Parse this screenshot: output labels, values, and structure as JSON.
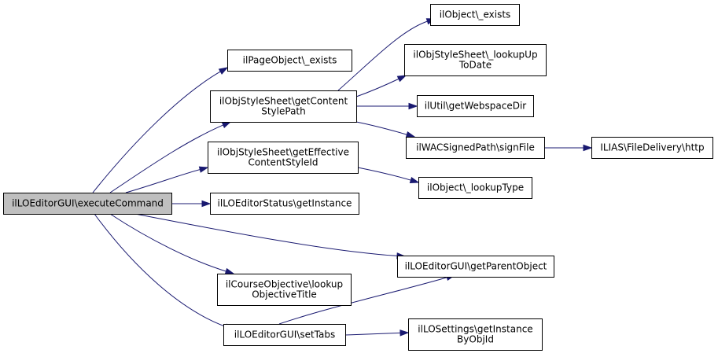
{
  "diagram": {
    "type": "call-graph",
    "edge_color": "#191970",
    "root_fill": "#bfbfbf",
    "node_fill": "#ffffff",
    "nodes": {
      "root": {
        "lines": [
          "ilLOEditorGUI\\executeCommand"
        ]
      },
      "pageobj_exists": {
        "lines": [
          "ilPageObject\\_exists"
        ]
      },
      "getcontentstylepath": {
        "lines": [
          "ilObjStyleSheet\\getContent",
          "StylePath"
        ]
      },
      "geteffective": {
        "lines": [
          "ilObjStyleSheet\\getEffective",
          "ContentStyleId"
        ]
      },
      "lostatus": {
        "lines": [
          "ilLOEditorStatus\\getInstance"
        ]
      },
      "courseobjective": {
        "lines": [
          "ilCourseObjective\\lookup",
          "ObjectiveTitle"
        ]
      },
      "settabs": {
        "lines": [
          "ilLOEditorGUI\\setTabs"
        ]
      },
      "object_exists": {
        "lines": [
          "ilObject\\_exists"
        ]
      },
      "lookupuptodate": {
        "lines": [
          "ilObjStyleSheet\\_lookupUp",
          "ToDate"
        ]
      },
      "webspacedir": {
        "lines": [
          "ilUtil\\getWebspaceDir"
        ]
      },
      "signfile": {
        "lines": [
          "ilWACSignedPath\\signFile"
        ]
      },
      "lookuptype": {
        "lines": [
          "ilObject\\_lookupType"
        ]
      },
      "getparentobject": {
        "lines": [
          "ilLOEditorGUI\\getParentObject"
        ]
      },
      "losettings": {
        "lines": [
          "ilLOSettings\\getInstance",
          "ByObjId"
        ]
      },
      "filedelivery": {
        "lines": [
          "ILIAS\\FileDelivery\\http"
        ]
      }
    },
    "edges": [
      {
        "from": "root",
        "to": "pageobj_exists"
      },
      {
        "from": "root",
        "to": "getcontentstylepath"
      },
      {
        "from": "root",
        "to": "geteffective"
      },
      {
        "from": "root",
        "to": "lostatus"
      },
      {
        "from": "root",
        "to": "getparentobject"
      },
      {
        "from": "root",
        "to": "courseobjective"
      },
      {
        "from": "root",
        "to": "settabs"
      },
      {
        "from": "getcontentstylepath",
        "to": "object_exists"
      },
      {
        "from": "getcontentstylepath",
        "to": "lookupuptodate"
      },
      {
        "from": "getcontentstylepath",
        "to": "webspacedir"
      },
      {
        "from": "getcontentstylepath",
        "to": "signfile"
      },
      {
        "from": "geteffective",
        "to": "lookuptype"
      },
      {
        "from": "signfile",
        "to": "filedelivery"
      },
      {
        "from": "settabs",
        "to": "getparentobject"
      },
      {
        "from": "settabs",
        "to": "losettings"
      }
    ]
  }
}
